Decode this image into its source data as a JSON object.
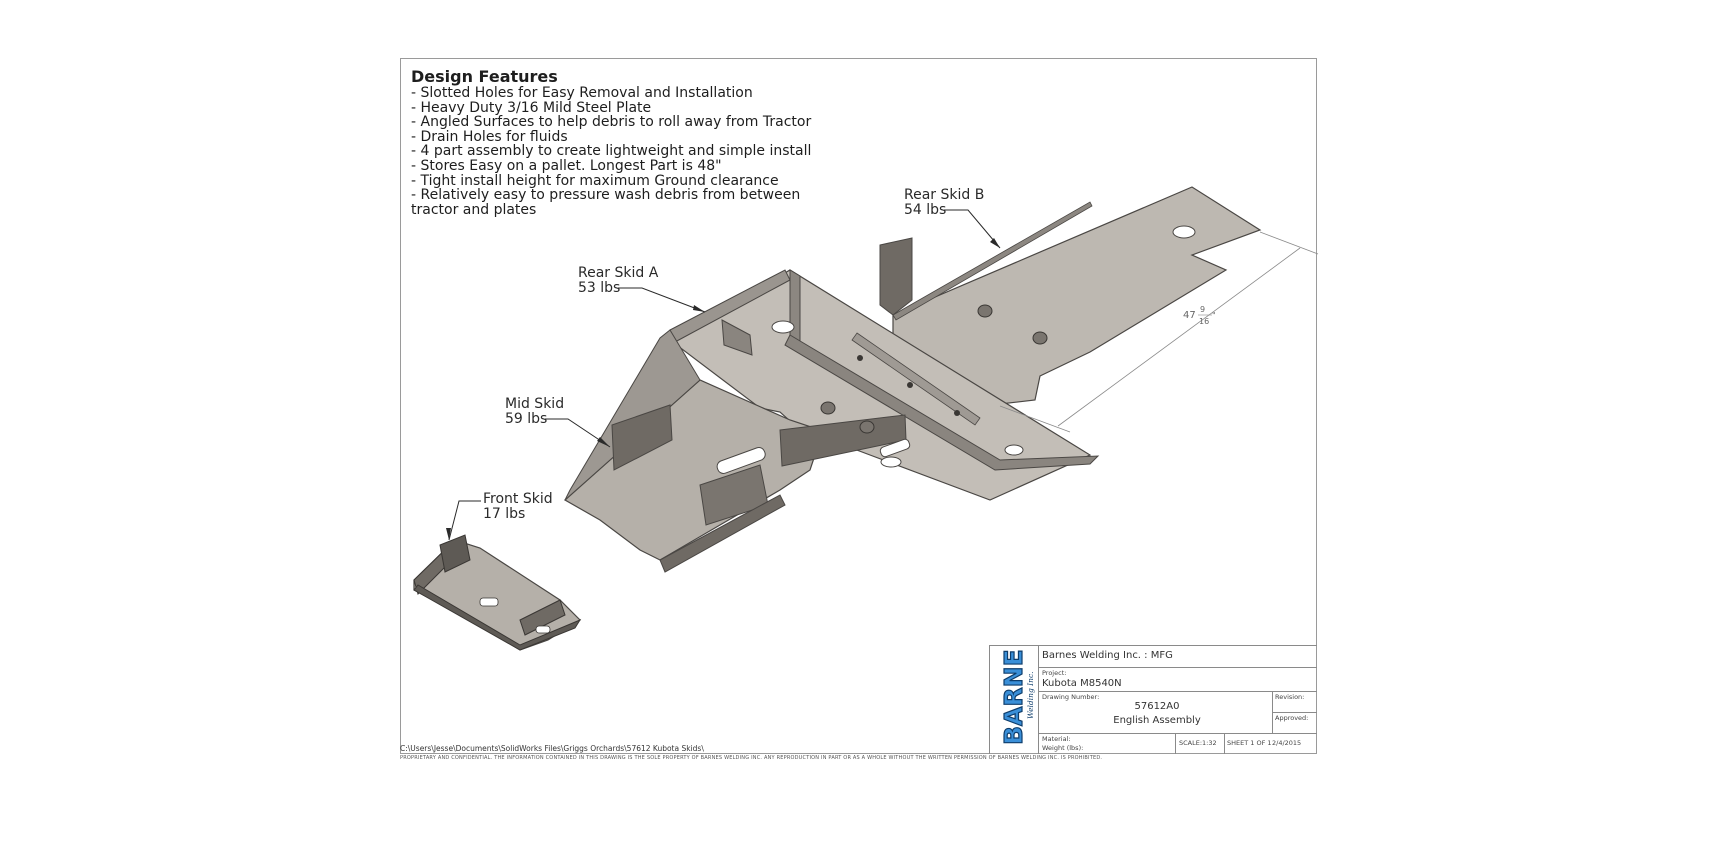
{
  "design_features": {
    "title": "Design Features",
    "items": [
      "- Slotted Holes for Easy Removal and Installation",
      "- Heavy Duty 3/16 Mild Steel Plate",
      "- Angled Surfaces to help debris to roll away from Tractor",
      "- Drain Holes for fluids",
      "- 4 part assembly to create lightweight and simple install",
      "- Stores Easy on a pallet. Longest Part is 48\"",
      "- Tight install height for maximum Ground clearance",
      "- Relatively easy to pressure wash debris from between",
      "tractor and plates"
    ]
  },
  "parts": {
    "rear_skid_b": {
      "name": "Rear Skid B",
      "weight": "54 lbs"
    },
    "rear_skid_a": {
      "name": "Rear Skid A",
      "weight": "53 lbs"
    },
    "mid_skid": {
      "name": "Mid Skid",
      "weight": "59 lbs"
    },
    "front_skid": {
      "name": "Front Skid",
      "weight": "17 lbs"
    }
  },
  "dimension": {
    "whole": "47",
    "numerator": "9",
    "denominator": "16",
    "unit": "\""
  },
  "title_block": {
    "company": "Barnes Welding Inc. : MFG",
    "project_label": "Project:",
    "project": "Kubota M8540N",
    "drawing_number_label": "Drawing Number:",
    "drawing_number": "57612A0",
    "assembly": "English Assembly",
    "revision_label": "Revision:",
    "approved_label": "Approved:",
    "material_label": "Material:",
    "weight_label": "Weight (lbs):",
    "scale": "SCALE:1:32",
    "sheet": "SHEET 1 OF 1",
    "date": "2/4/2015",
    "logo_text": "BARNES",
    "logo_subtext": "Welding Inc."
  },
  "file_path": "C:\\Users\\Jesse\\Documents\\SolidWorks Files\\Griggs Orchards\\57612 Kubota Skids\\",
  "proprietary_notice": "PROPRIETARY AND CONFIDENTIAL. THE INFORMATION CONTAINED IN THIS DRAWING IS THE SOLE PROPERTY OF BARNES WELDING INC. ANY REPRODUCTION IN PART OR AS A WHOLE WITHOUT THE WRITTEN PERMISSION OF BARNES WELDING INC. IS PROHIBITED.",
  "colors": {
    "plate": "#b9b4ad",
    "plate_dark": "#6f6a64",
    "plate_edge": "#4a4744",
    "logo_blue": "#3a8fd8"
  }
}
